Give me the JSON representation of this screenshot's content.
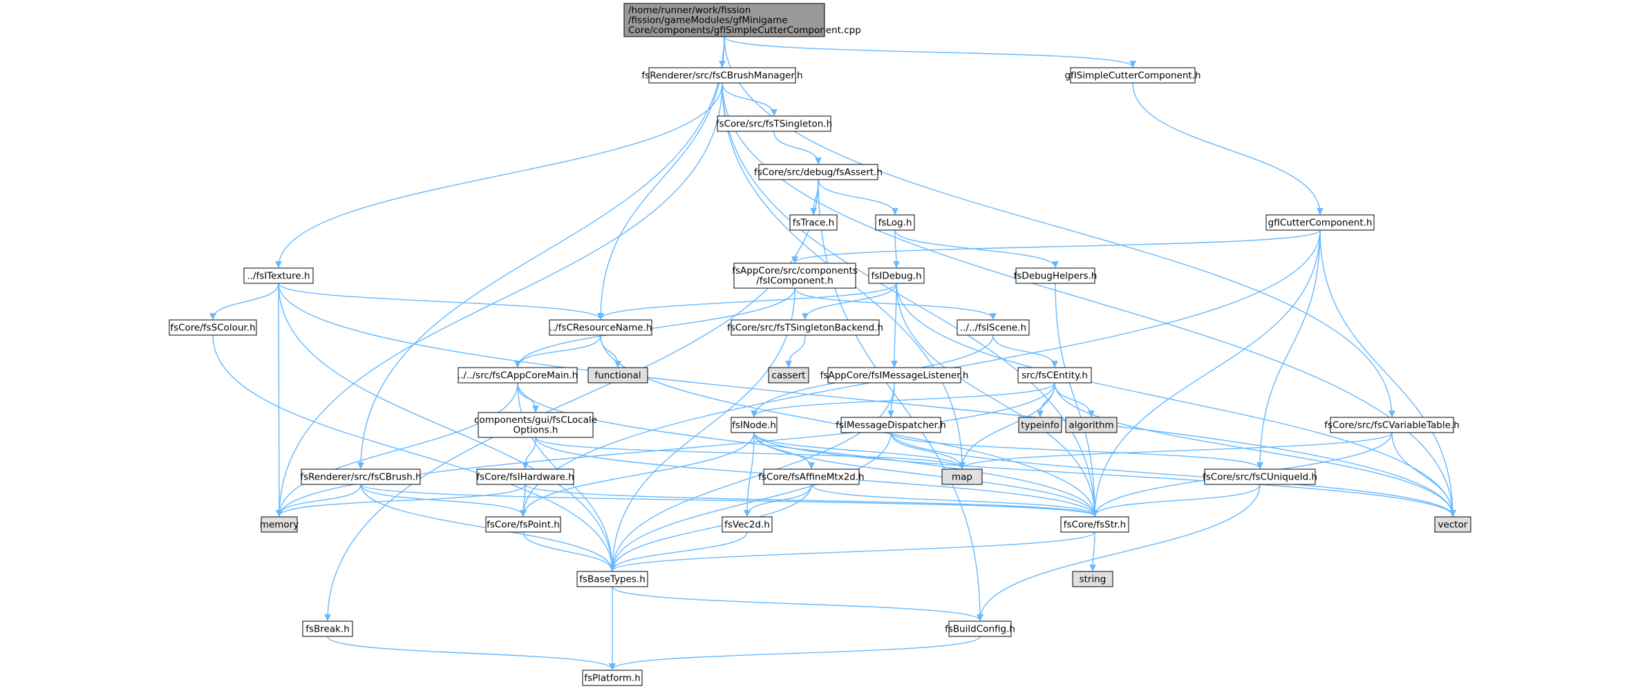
{
  "colors": {
    "root_fill": "#999999",
    "node_fill": "#ffffff",
    "external_fill": "#e0e0e0",
    "edge": "#63b8ff",
    "border": "#000000"
  },
  "nodes": [
    {
      "id": "root",
      "lines": [
        "/home/runner/work/fission",
        "/fission/gameModules/gfMinigame",
        "Core/components/gfISimpleCutterComponent.cpp"
      ],
      "kind": "root"
    },
    {
      "id": "brushmgr",
      "lines": [
        "fsRenderer/src/fsCBrushManager.h"
      ],
      "kind": "file"
    },
    {
      "id": "simplecutter",
      "lines": [
        "gfISimpleCutterComponent.h"
      ],
      "kind": "file"
    },
    {
      "id": "singleton",
      "lines": [
        "fsCore/src/fsTSingleton.h"
      ],
      "kind": "file"
    },
    {
      "id": "assert",
      "lines": [
        "fsCore/src/debug/fsAssert.h"
      ],
      "kind": "file"
    },
    {
      "id": "trace",
      "lines": [
        "fsTrace.h"
      ],
      "kind": "file"
    },
    {
      "id": "log",
      "lines": [
        "fsLog.h"
      ],
      "kind": "file"
    },
    {
      "id": "cutter",
      "lines": [
        "gfICutterComponent.h"
      ],
      "kind": "file"
    },
    {
      "id": "texture",
      "lines": [
        "../fsITexture.h"
      ],
      "kind": "file"
    },
    {
      "id": "icomponent",
      "lines": [
        "fsAppCore/src/components",
        "/fsIComponent.h"
      ],
      "kind": "file"
    },
    {
      "id": "idebug",
      "lines": [
        "fsIDebug.h"
      ],
      "kind": "file"
    },
    {
      "id": "debughelpers",
      "lines": [
        "fsDebugHelpers.h"
      ],
      "kind": "file"
    },
    {
      "id": "scolour",
      "lines": [
        "fsCore/fsSColour.h"
      ],
      "kind": "file"
    },
    {
      "id": "resname",
      "lines": [
        "../fsCResourceName.h"
      ],
      "kind": "file"
    },
    {
      "id": "singletonbackend",
      "lines": [
        "fsCore/src/fsTSingletonBackend.h"
      ],
      "kind": "file"
    },
    {
      "id": "iscene",
      "lines": [
        "../../fsIScene.h"
      ],
      "kind": "file"
    },
    {
      "id": "functional",
      "lines": [
        "functional"
      ],
      "kind": "external"
    },
    {
      "id": "cassert",
      "lines": [
        "cassert"
      ],
      "kind": "external"
    },
    {
      "id": "appcoremain",
      "lines": [
        "../../src/fsCAppCoreMain.h"
      ],
      "kind": "file"
    },
    {
      "id": "msglistener",
      "lines": [
        "fsAppCore/fsIMessageListener.h"
      ],
      "kind": "file"
    },
    {
      "id": "centity",
      "lines": [
        "src/fsCEntity.h"
      ],
      "kind": "file"
    },
    {
      "id": "localeopts",
      "lines": [
        "components/gui/fsCLocale",
        "Options.h"
      ],
      "kind": "file"
    },
    {
      "id": "inode",
      "lines": [
        "fsINode.h"
      ],
      "kind": "file"
    },
    {
      "id": "msgdispatcher",
      "lines": [
        "fsIMessageDispatcher.h"
      ],
      "kind": "file"
    },
    {
      "id": "typeinfo",
      "lines": [
        "typeinfo"
      ],
      "kind": "external"
    },
    {
      "id": "algorithm",
      "lines": [
        "algorithm"
      ],
      "kind": "external"
    },
    {
      "id": "vartable",
      "lines": [
        "fsCore/src/fsCVariableTable.h"
      ],
      "kind": "file"
    },
    {
      "id": "brush",
      "lines": [
        "fsRenderer/src/fsCBrush.h"
      ],
      "kind": "file"
    },
    {
      "id": "ihardware",
      "lines": [
        "fsCore/fsIHardware.h"
      ],
      "kind": "file"
    },
    {
      "id": "affine",
      "lines": [
        "fsCore/fsAffineMtx2d.h"
      ],
      "kind": "file"
    },
    {
      "id": "map",
      "lines": [
        "map"
      ],
      "kind": "external"
    },
    {
      "id": "uniqueid",
      "lines": [
        "fsCore/src/fsCUniqueId.h"
      ],
      "kind": "file"
    },
    {
      "id": "memory",
      "lines": [
        "memory"
      ],
      "kind": "external"
    },
    {
      "id": "point",
      "lines": [
        "fsCore/fsPoint.h"
      ],
      "kind": "file"
    },
    {
      "id": "vec2d",
      "lines": [
        "fsVec2d.h"
      ],
      "kind": "file"
    },
    {
      "id": "sstr",
      "lines": [
        "fsCore/fsStr.h"
      ],
      "kind": "file"
    },
    {
      "id": "vector",
      "lines": [
        "vector"
      ],
      "kind": "external"
    },
    {
      "id": "string",
      "lines": [
        "string"
      ],
      "kind": "external"
    },
    {
      "id": "basetypes",
      "lines": [
        "fsBaseTypes.h"
      ],
      "kind": "file"
    },
    {
      "id": "brk",
      "lines": [
        "fsBreak.h"
      ],
      "kind": "file"
    },
    {
      "id": "buildconfig",
      "lines": [
        "fsBuildConfig.h"
      ],
      "kind": "file"
    },
    {
      "id": "platform",
      "lines": [
        "fsPlatform.h"
      ],
      "kind": "file"
    }
  ],
  "edges": [
    [
      "root",
      "brushmgr"
    ],
    [
      "root",
      "simplecutter"
    ],
    [
      "root",
      "resname"
    ],
    [
      "root",
      "brush"
    ],
    [
      "root",
      "vartable"
    ],
    [
      "brushmgr",
      "singleton"
    ],
    [
      "brushmgr",
      "texture"
    ],
    [
      "brushmgr",
      "memory"
    ],
    [
      "brushmgr",
      "map"
    ],
    [
      "brushmgr",
      "sstr"
    ],
    [
      "brushmgr",
      "vector"
    ],
    [
      "singleton",
      "assert"
    ],
    [
      "assert",
      "trace"
    ],
    [
      "assert",
      "log"
    ],
    [
      "assert",
      "brk"
    ],
    [
      "assert",
      "buildconfig"
    ],
    [
      "log",
      "idebug"
    ],
    [
      "log",
      "debughelpers"
    ],
    [
      "simplecutter",
      "cutter"
    ],
    [
      "cutter",
      "icomponent"
    ],
    [
      "cutter",
      "point"
    ],
    [
      "cutter",
      "sstr"
    ],
    [
      "cutter",
      "uniqueid"
    ],
    [
      "cutter",
      "vector"
    ],
    [
      "texture",
      "scolour"
    ],
    [
      "texture",
      "resname"
    ],
    [
      "texture",
      "memory"
    ],
    [
      "texture",
      "basetypes"
    ],
    [
      "texture",
      "vector"
    ],
    [
      "icomponent",
      "appcoremain"
    ],
    [
      "icomponent",
      "iscene"
    ],
    [
      "icomponent",
      "basetypes"
    ],
    [
      "idebug",
      "resname"
    ],
    [
      "idebug",
      "singletonbackend"
    ],
    [
      "idebug",
      "msglistener"
    ],
    [
      "idebug",
      "sstr"
    ],
    [
      "idebug",
      "vector"
    ],
    [
      "debughelpers",
      "sstr"
    ],
    [
      "scolour",
      "basetypes"
    ],
    [
      "resname",
      "functional"
    ],
    [
      "resname",
      "appcoremain"
    ],
    [
      "resname",
      "sstr"
    ],
    [
      "singletonbackend",
      "cassert"
    ],
    [
      "iscene",
      "centity"
    ],
    [
      "iscene",
      "inode"
    ],
    [
      "appcoremain",
      "localeopts"
    ],
    [
      "appcoremain",
      "memory"
    ],
    [
      "appcoremain",
      "basetypes"
    ],
    [
      "appcoremain",
      "sstr"
    ],
    [
      "msglistener",
      "msgdispatcher"
    ],
    [
      "msglistener",
      "basetypes"
    ],
    [
      "centity",
      "inode"
    ],
    [
      "centity",
      "typeinfo"
    ],
    [
      "centity",
      "algorithm"
    ],
    [
      "centity",
      "map"
    ],
    [
      "centity",
      "memory"
    ],
    [
      "centity",
      "vector"
    ],
    [
      "localeopts",
      "ihardware"
    ],
    [
      "localeopts",
      "map"
    ],
    [
      "localeopts",
      "sstr"
    ],
    [
      "inode",
      "affine"
    ],
    [
      "inode",
      "vec2d"
    ],
    [
      "inode",
      "point"
    ],
    [
      "inode",
      "map"
    ],
    [
      "inode",
      "sstr"
    ],
    [
      "inode",
      "vector"
    ],
    [
      "msgdispatcher",
      "map"
    ],
    [
      "msgdispatcher",
      "uniqueid"
    ],
    [
      "msgdispatcher",
      "basetypes"
    ],
    [
      "msgdispatcher",
      "vector"
    ],
    [
      "vartable",
      "map"
    ],
    [
      "vartable",
      "sstr"
    ],
    [
      "vartable",
      "vector"
    ],
    [
      "brush",
      "memory"
    ],
    [
      "brush",
      "point"
    ],
    [
      "brush",
      "basetypes"
    ],
    [
      "brush",
      "sstr"
    ],
    [
      "ihardware",
      "memory"
    ],
    [
      "ihardware",
      "point"
    ],
    [
      "ihardware",
      "sstr"
    ],
    [
      "affine",
      "vec2d"
    ],
    [
      "affine",
      "basetypes"
    ],
    [
      "affine",
      "sstr"
    ],
    [
      "uniqueid",
      "sstr"
    ],
    [
      "uniqueid",
      "buildconfig"
    ],
    [
      "point",
      "basetypes"
    ],
    [
      "vec2d",
      "basetypes"
    ],
    [
      "sstr",
      "string"
    ],
    [
      "sstr",
      "basetypes"
    ],
    [
      "basetypes",
      "buildconfig"
    ],
    [
      "basetypes",
      "platform"
    ],
    [
      "brk",
      "platform"
    ],
    [
      "buildconfig",
      "platform"
    ]
  ]
}
